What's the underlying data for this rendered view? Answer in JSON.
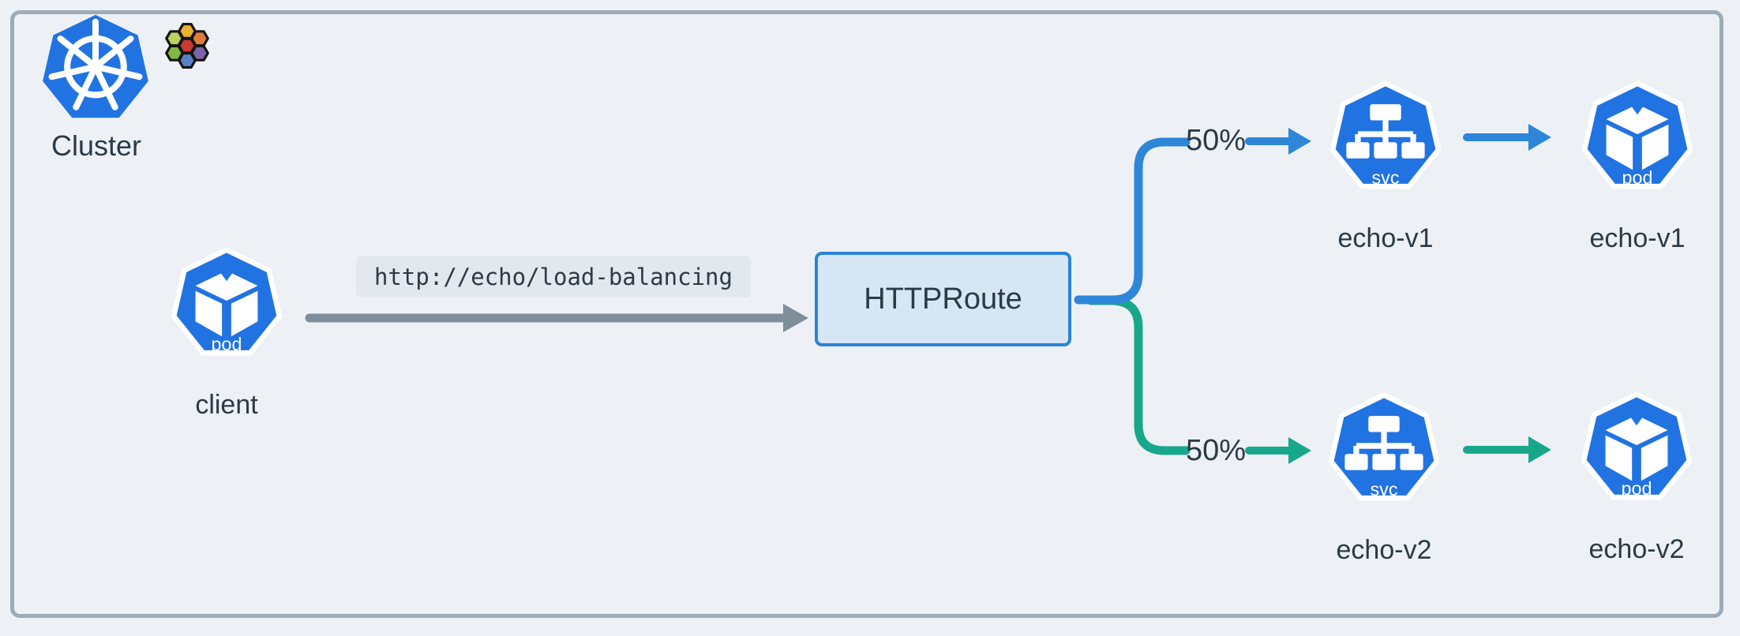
{
  "diagram": {
    "cluster_label": "Cluster",
    "request_url": "http://echo/load-balancing",
    "route_label": "HTTPRoute",
    "client": {
      "label": "client",
      "badge": "pod"
    },
    "branches": [
      {
        "weight": "50%",
        "service": {
          "label": "echo-v1",
          "badge": "svc"
        },
        "pod": {
          "label": "echo-v1",
          "badge": "pod"
        }
      },
      {
        "weight": "50%",
        "service": {
          "label": "echo-v2",
          "badge": "svc"
        },
        "pod": {
          "label": "echo-v2",
          "badge": "pod"
        }
      }
    ]
  },
  "icons": {
    "kubernetes_logo": "kubernetes-wheel-heptagon",
    "gateway_api_logo": "colored-hexagon-honeycomb",
    "pod_icon": "k8s-heptagon-with-cube",
    "service_icon": "k8s-heptagon-with-tree"
  },
  "colors": {
    "background": "#edf1f5",
    "frame": "#9dabb9",
    "icon_blue": "#2173e2",
    "route_border": "#2d82d9",
    "route_fill": "#d6e6f5",
    "branch_blue": "#2e86d8",
    "branch_teal": "#19a78c",
    "request_gray": "#7e8e9b",
    "text_dark": "#2b3a46",
    "badge_bg": "#e2e8ed",
    "hexagons": {
      "top": "#e7b42f",
      "upper_left": "#bcd063",
      "upper_right": "#df7e3c",
      "center": "#c83a32",
      "lower_left": "#83b942",
      "lower_right": "#7c63a9",
      "bottom": "#5d82c4"
    }
  }
}
